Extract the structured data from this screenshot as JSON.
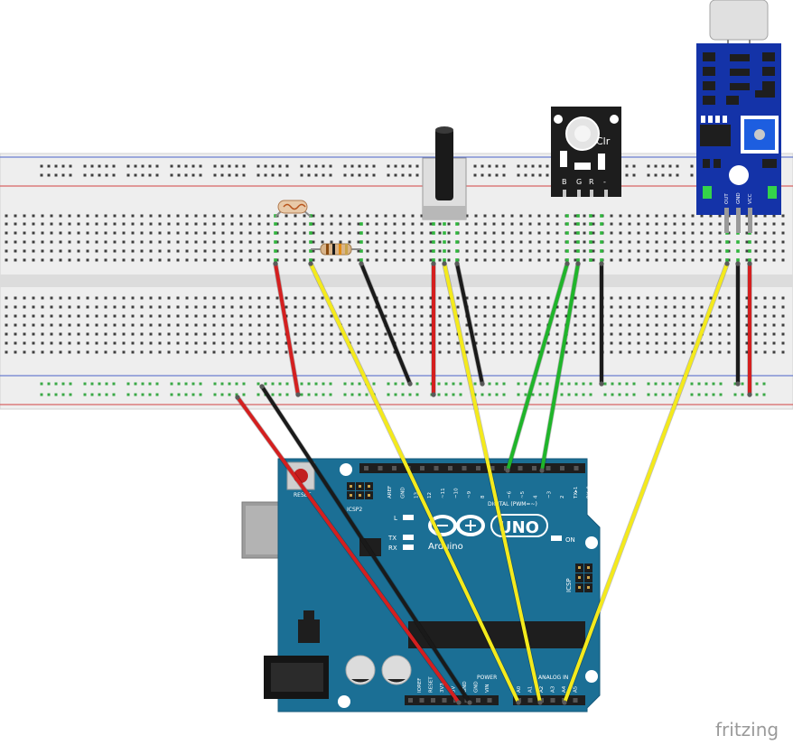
{
  "diagram": {
    "tool_logo": "fritzing",
    "colors": {
      "wire_red": "#d41f1f",
      "wire_black": "#1a1a1a",
      "wire_yellow": "#f4ea1c",
      "wire_green": "#1fb52a",
      "board_teal": "#1b6f95",
      "breadboard": "#eeeeee",
      "sensor_pcb": "#1433a8",
      "led_module_pcb": "#1d1d1d"
    },
    "arduino": {
      "reset_label": "RESET",
      "icsp2_label": "ICSP2",
      "led_l": "L",
      "led_tx": "TX",
      "led_rx": "RX",
      "brand": "Arduino",
      "model": "UNO",
      "on_label": "ON",
      "icsp_label": "ICSP",
      "digital_label": "DIGITAL (PWM=~)",
      "power_label": "POWER",
      "analog_label": "ANALOG IN",
      "digital_pins": [
        "AREF",
        "GND",
        "13",
        "12",
        "~11",
        "~10",
        "~9",
        "8",
        "7",
        "~6",
        "~5",
        "4",
        "~3",
        "2",
        "TX▸1",
        "RX◂0"
      ],
      "power_pins": [
        "IOREF",
        "RESET",
        "3V3",
        "5V",
        "GND",
        "GND",
        "VIN"
      ],
      "analog_pins": [
        "A0",
        "A1",
        "A2",
        "A3",
        "A4",
        "A5"
      ]
    },
    "rgb_module": {
      "label": "Clr",
      "pins": [
        "B",
        "G",
        "R",
        "-"
      ]
    },
    "sound_module": {
      "pins": [
        "OUT",
        "GND",
        "VCC"
      ]
    }
  }
}
